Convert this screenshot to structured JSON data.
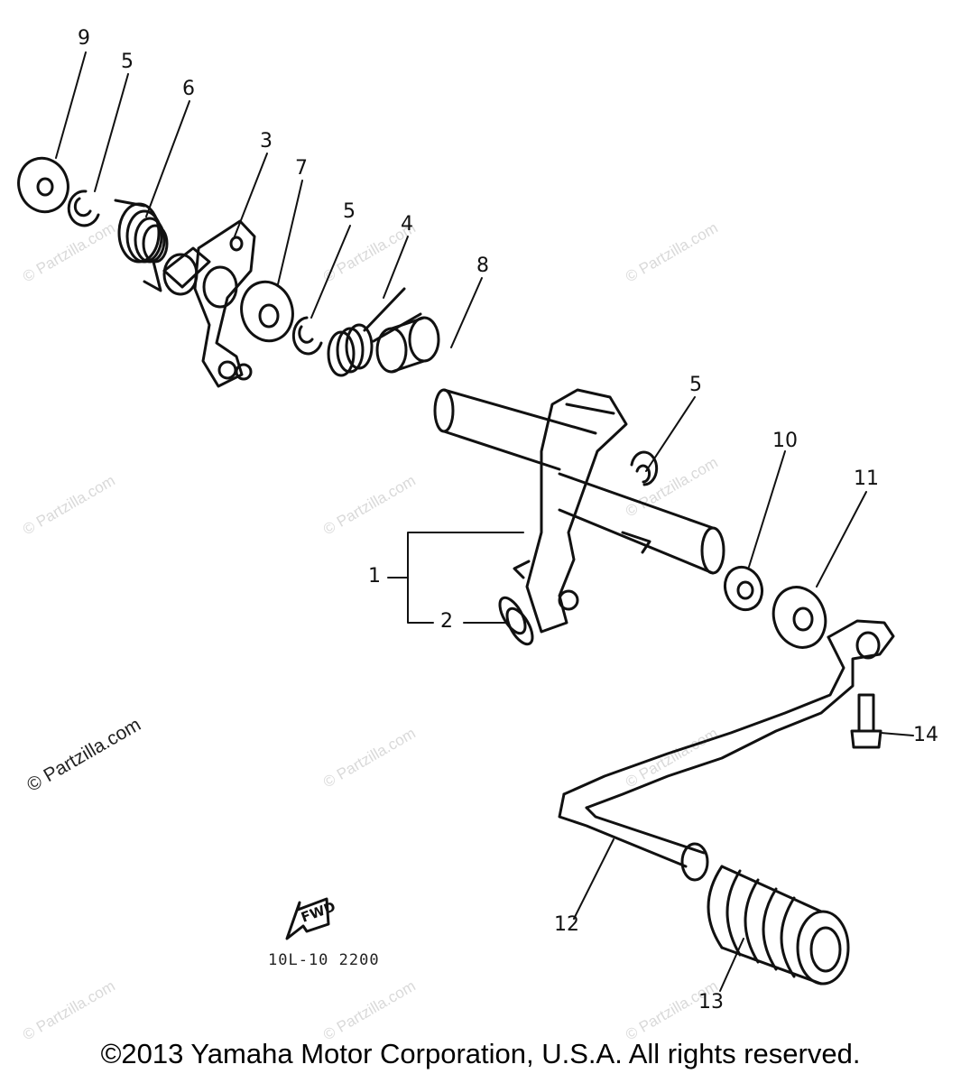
{
  "diagram": {
    "callouts": {
      "c1": "1",
      "c2": "2",
      "c3": "3",
      "c4": "4",
      "c5a": "5",
      "c5b": "5",
      "c5c": "5",
      "c6": "6",
      "c7": "7",
      "c8": "8",
      "c9": "9",
      "c10": "10",
      "c11": "11",
      "c12": "12",
      "c13": "13",
      "c14": "14"
    },
    "fwd_label": "FWD",
    "code": "10L-10 2200"
  },
  "watermark": {
    "text": "© Partzilla.com",
    "strong_text": "© Partzilla.com"
  },
  "copyright": "©2013 Yamaha Motor Corporation, U.S.A. All rights reserved."
}
